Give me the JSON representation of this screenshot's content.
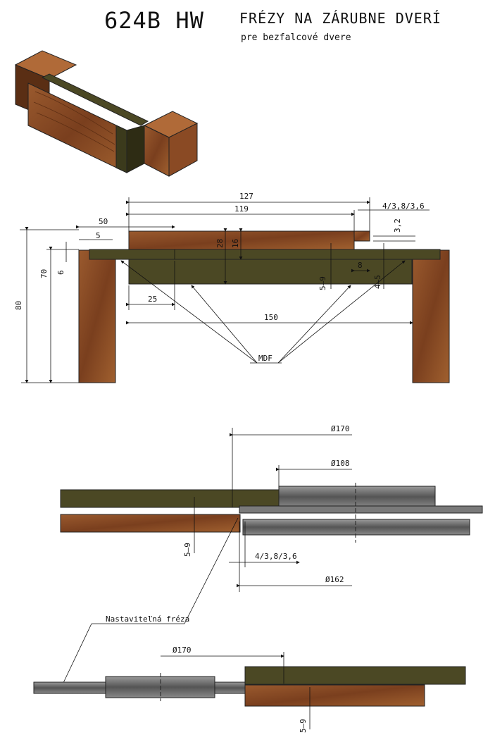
{
  "header": {
    "code": "624B HW",
    "title": "FRÉZY NA ZÁRUBNE DVERÍ",
    "subtitle": "pre bezfalcové dvere"
  },
  "section_drawing": {
    "dims": {
      "d127": "127",
      "d119": "119",
      "d43": "4/3,8/3,6",
      "d50": "50",
      "d5": "5",
      "d6": "6",
      "d70": "70",
      "d80": "80",
      "d28": "28",
      "d16": "16",
      "d32": "3,2",
      "d8": "8",
      "d59": "5–9",
      "d45": "4–5",
      "d25": "25",
      "d150": "150"
    },
    "label_mdf": "MDF"
  },
  "cutter_drawing": {
    "d170": "Ø170",
    "d108": "Ø108",
    "d162": "Ø162",
    "d59": "5–9",
    "d43": "4/3,8/3,6"
  },
  "bottom_drawing": {
    "label": "Nastaviteľná fréza",
    "d170": "Ø170",
    "d59": "5–9"
  },
  "colors": {
    "wood": "#8a4a24",
    "mdf": "#4b4824",
    "steel": "#6b6b6b"
  }
}
